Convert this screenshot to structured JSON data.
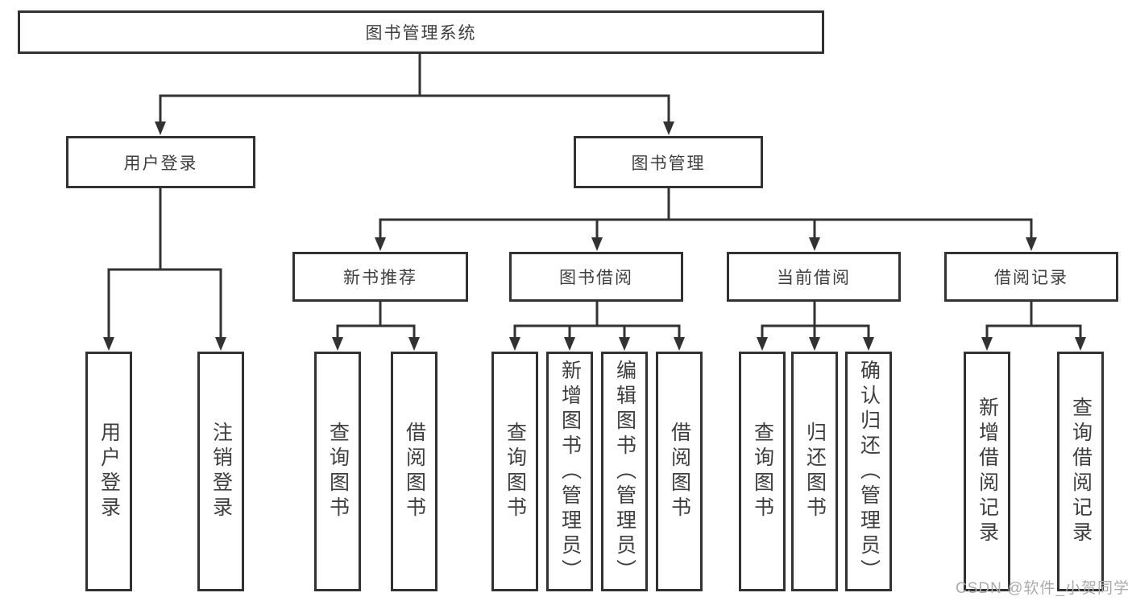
{
  "diagram": {
    "title_node": {
      "label": "图书管理系统"
    },
    "level2": [
      {
        "label": "用户登录"
      },
      {
        "label": "图书管理"
      }
    ],
    "level3": [
      {
        "label": "新书推荐"
      },
      {
        "label": "图书借阅"
      },
      {
        "label": "当前借阅"
      },
      {
        "label": "借阅记录"
      }
    ],
    "leaves": [
      {
        "label": "用户登录"
      },
      {
        "label": "注销登录"
      },
      {
        "label": "查询图书"
      },
      {
        "label": "借阅图书"
      },
      {
        "label": "查询图书"
      },
      {
        "label": "新增图书（管理员）"
      },
      {
        "label": "编辑图书（管理员）"
      },
      {
        "label": "借阅图书"
      },
      {
        "label": "查询图书"
      },
      {
        "label": "归还图书"
      },
      {
        "label": "确认归还（管理员）"
      },
      {
        "label": "新增借阅记录"
      },
      {
        "label": "查询借阅记录"
      }
    ],
    "watermark": "CSDN @软件_小贺同学",
    "colors": {
      "line": "#323232",
      "text": "#3e3e3e",
      "background": "#ffffff",
      "watermark": "#ababab"
    }
  }
}
